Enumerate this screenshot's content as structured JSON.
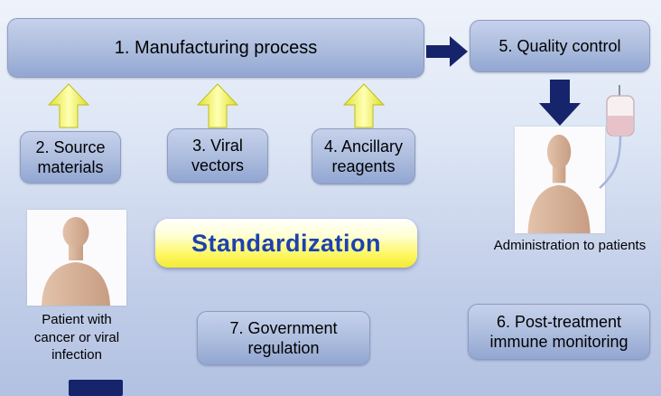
{
  "banner": {
    "label": "Standardization"
  },
  "boxes": {
    "manufacturing": {
      "label": "1. Manufacturing process"
    },
    "quality_control": {
      "label": "5. Quality control"
    },
    "source_materials": {
      "label": "2. Source materials"
    },
    "viral_vectors": {
      "label": "3. Viral vectors"
    },
    "ancillary_reagents": {
      "label": "4. Ancillary reagents"
    },
    "government_regulation": {
      "label": "7. Government regulation"
    },
    "post_treatment": {
      "label": "6. Post-treatment immune monitoring"
    }
  },
  "captions": {
    "patient": "Patient with cancer or viral infection",
    "administration": "Administration to patients"
  },
  "icons": {
    "up_arrows": "yellow-up-arrow",
    "right_arrow": "navy-right-arrow",
    "down_arrow": "navy-down-arrow",
    "patient_figure": "human-torso-silhouette",
    "iv_bag": "iv-drip-bag"
  },
  "colors": {
    "background_top": "#eef3fb",
    "background_bottom": "#b2c1e2",
    "box_fill_top": "#c6d1ec",
    "box_fill_bottom": "#92a6d2",
    "box_border": "#8f9cbd",
    "navy": "#16246b",
    "yellow": "#f4f043",
    "banner_text": "#1d41b0",
    "skin": "#d6b49c"
  }
}
